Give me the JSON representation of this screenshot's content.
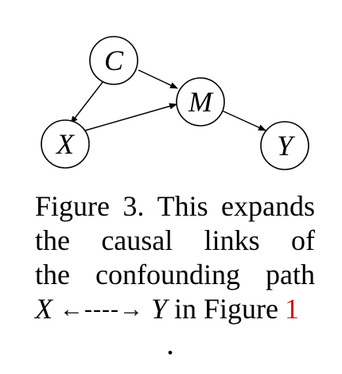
{
  "diagram": {
    "nodes": [
      {
        "id": "C",
        "label": "C"
      },
      {
        "id": "M",
        "label": "M"
      },
      {
        "id": "X",
        "label": "X"
      },
      {
        "id": "Y",
        "label": "Y"
      }
    ],
    "edges": [
      {
        "from": "C",
        "to": "X"
      },
      {
        "from": "C",
        "to": "M"
      },
      {
        "from": "X",
        "to": "M"
      },
      {
        "from": "M",
        "to": "Y"
      }
    ]
  },
  "caption": {
    "line1": [
      "Figure",
      "3.",
      "This",
      "expands"
    ],
    "line2": [
      "the",
      "causal",
      "links",
      "of"
    ],
    "line3": [
      "the",
      "confounding",
      "path"
    ],
    "line4": {
      "x": "X",
      "arrow": "←----→",
      "y": "Y",
      "text": "in Figure",
      "ref": "1"
    },
    "period": "."
  }
}
